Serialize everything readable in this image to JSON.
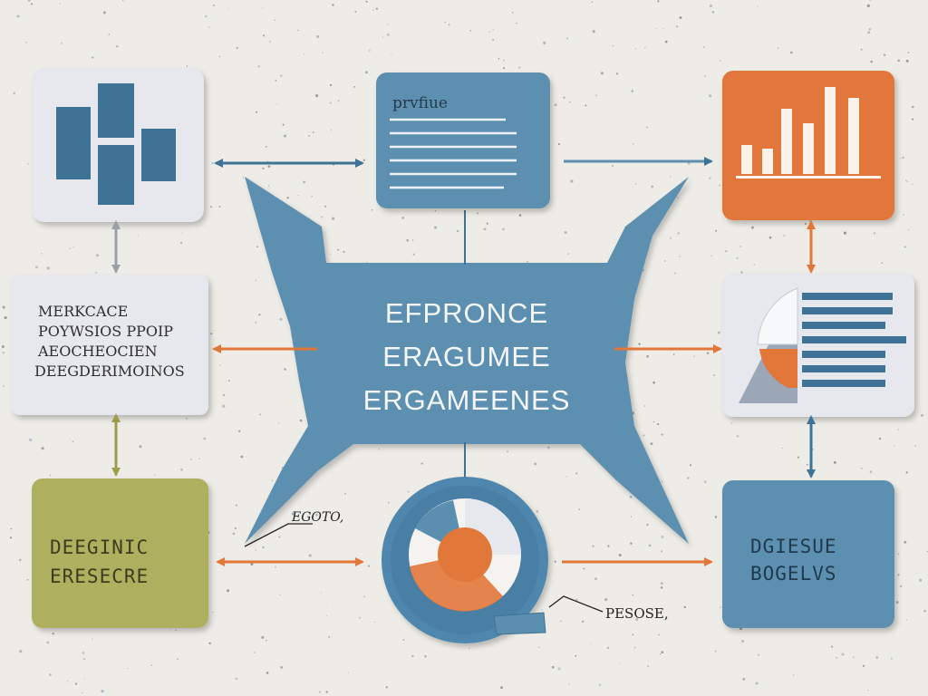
{
  "colors": {
    "background": "#eeece6",
    "blue": "#5b8fb0",
    "blue_dark": "#3f7396",
    "orange": "#e2773a",
    "olive": "#aeb05f",
    "light_card": "#e6e8ee",
    "text_dark": "#3b3b3b"
  },
  "center": {
    "line1": "EFPRONCE",
    "line2": "ERAGUMEE",
    "line3": "ERGAMEENES"
  },
  "doc_card": {
    "title": "prvfiue"
  },
  "text_card": {
    "line1": "MERKCACE",
    "line2": "POYWSIOS PPOIP",
    "line3": "AEOCHEOCIEN",
    "line4": "DEEGDERIMOINOS"
  },
  "olive_card": {
    "line1": "DEEGINIC",
    "line2": "ERESECRE"
  },
  "blue_card": {
    "line1": "DGIESUE",
    "line2": "BOGELVS"
  },
  "annotations": {
    "left": "EGOTO,",
    "right": "PESOSE,"
  },
  "icons": {
    "top_left": "bar-blocks-icon",
    "top_right": "bar-chart-icon",
    "middle_right": "pie-list-icon",
    "bottom_center": "donut-chart-icon"
  }
}
